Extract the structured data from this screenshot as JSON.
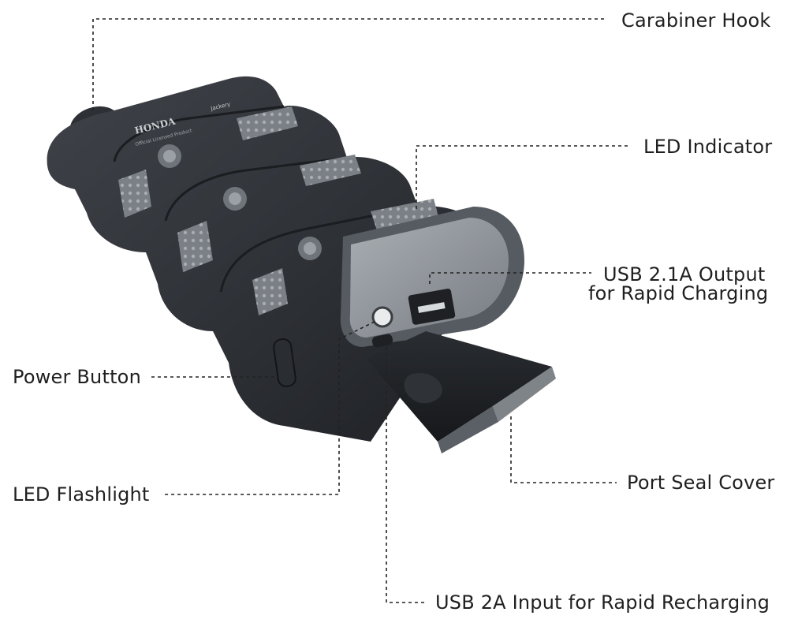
{
  "labels": {
    "carabiner_hook": "Carabiner Hook",
    "led_indicator": "LED Indicator",
    "usb_output_line1": "USB 2.1A Output",
    "usb_output_line2": "for Rapid Charging",
    "power_button": "Power Button",
    "led_flashlight": "LED Flashlight",
    "port_seal_cover": "Port Seal Cover",
    "usb_input": "USB 2A Input for Rapid Recharging"
  },
  "product_branding": {
    "brand": "HONDA",
    "licence_text": "Official Licensed Product",
    "partner": "Jackery"
  },
  "colors": {
    "body_dark": "#2e3136",
    "body_mid": "#3c4046",
    "rubber_grey": "#6e7379",
    "grip_dots": "#8d9298",
    "panel_translucent": "#9aa0a6",
    "text": "#1f1f1f"
  }
}
